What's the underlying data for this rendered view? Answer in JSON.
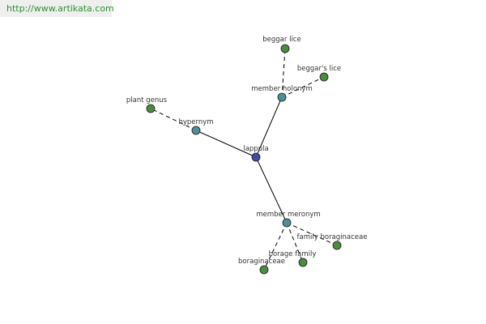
{
  "watermark": {
    "url": "http://www.artikata.com"
  },
  "colors": {
    "center": "#3f4f9e",
    "relation": "#4c8f98",
    "leaf": "#4e8a42",
    "edge": "#000000",
    "watermark_text": "#2f8f2f",
    "watermark_bg": "#efefef"
  },
  "graph": {
    "nodes": [
      {
        "id": "lappula",
        "label": "lappula",
        "kind": "center"
      },
      {
        "id": "member-holonym",
        "label": "member holonym",
        "kind": "relation"
      },
      {
        "id": "hypernym",
        "label": "hypernym",
        "kind": "relation"
      },
      {
        "id": "member-meronym",
        "label": "member meronym",
        "kind": "relation"
      },
      {
        "id": "beggar-lice",
        "label": "beggar lice",
        "kind": "leaf"
      },
      {
        "id": "beggars-lice",
        "label": "beggar's lice",
        "kind": "leaf"
      },
      {
        "id": "plant-genus",
        "label": "plant genus",
        "kind": "leaf"
      },
      {
        "id": "family-boraginaceae",
        "label": "family boraginaceae",
        "kind": "leaf"
      },
      {
        "id": "borage-family",
        "label": "borage family",
        "kind": "leaf"
      },
      {
        "id": "boraginaceae",
        "label": "boraginaceae",
        "kind": "leaf"
      }
    ],
    "edges": [
      {
        "from": "lappula",
        "to": "member-holonym",
        "style": "solid"
      },
      {
        "from": "lappula",
        "to": "hypernym",
        "style": "solid"
      },
      {
        "from": "lappula",
        "to": "member-meronym",
        "style": "solid"
      },
      {
        "from": "member-holonym",
        "to": "beggar-lice",
        "style": "dashed"
      },
      {
        "from": "member-holonym",
        "to": "beggars-lice",
        "style": "dashed"
      },
      {
        "from": "hypernym",
        "to": "plant-genus",
        "style": "dashed"
      },
      {
        "from": "member-meronym",
        "to": "family-boraginaceae",
        "style": "dashed"
      },
      {
        "from": "member-meronym",
        "to": "borage-family",
        "style": "dashed"
      },
      {
        "from": "member-meronym",
        "to": "boraginaceae",
        "style": "dashed"
      }
    ]
  }
}
